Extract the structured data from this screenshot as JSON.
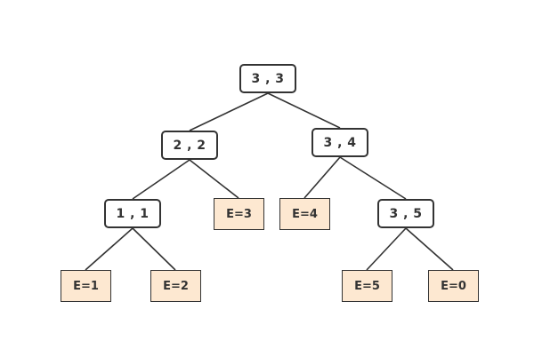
{
  "colors": {
    "internal_fill": "#ffffff",
    "leaf_fill": "#fde8d1",
    "stroke": "#333333"
  },
  "nodes": [
    {
      "id": "root",
      "label": "3 , 3",
      "kind": "internal"
    },
    {
      "id": "n22",
      "label": "2 , 2",
      "kind": "internal"
    },
    {
      "id": "n34",
      "label": "3 , 4",
      "kind": "internal"
    },
    {
      "id": "n11",
      "label": "1 , 1",
      "kind": "internal"
    },
    {
      "id": "e3",
      "label": "E=3",
      "kind": "leaf"
    },
    {
      "id": "e4",
      "label": "E=4",
      "kind": "leaf"
    },
    {
      "id": "n35",
      "label": "3 , 5",
      "kind": "internal"
    },
    {
      "id": "e1",
      "label": "E=1",
      "kind": "leaf"
    },
    {
      "id": "e2",
      "label": "E=2",
      "kind": "leaf"
    },
    {
      "id": "e5",
      "label": "E=5",
      "kind": "leaf"
    },
    {
      "id": "e0",
      "label": "E=0",
      "kind": "leaf"
    }
  ],
  "edges": [
    [
      "root",
      "n22"
    ],
    [
      "root",
      "n34"
    ],
    [
      "n22",
      "n11"
    ],
    [
      "n22",
      "e3"
    ],
    [
      "n34",
      "e4"
    ],
    [
      "n34",
      "n35"
    ],
    [
      "n11",
      "e1"
    ],
    [
      "n11",
      "e2"
    ],
    [
      "n35",
      "e5"
    ],
    [
      "n35",
      "e0"
    ]
  ]
}
